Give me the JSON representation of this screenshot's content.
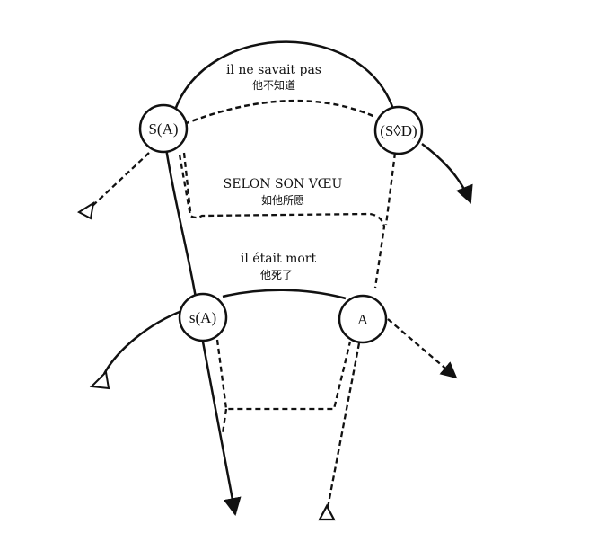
{
  "diagram": {
    "nodes": {
      "top_left": "S(A)",
      "top_right": "(S◊D)",
      "bottom_left": "s(A)",
      "bottom_right": "A"
    },
    "labels": {
      "top_arc_fr": "il ne savait pas",
      "top_arc_zh": "他不知道",
      "middle_fr": "SELON SON VŒU",
      "middle_zh": "如他所愿",
      "lower_arc_fr": "il était mort",
      "lower_arc_zh": "他死了"
    }
  }
}
